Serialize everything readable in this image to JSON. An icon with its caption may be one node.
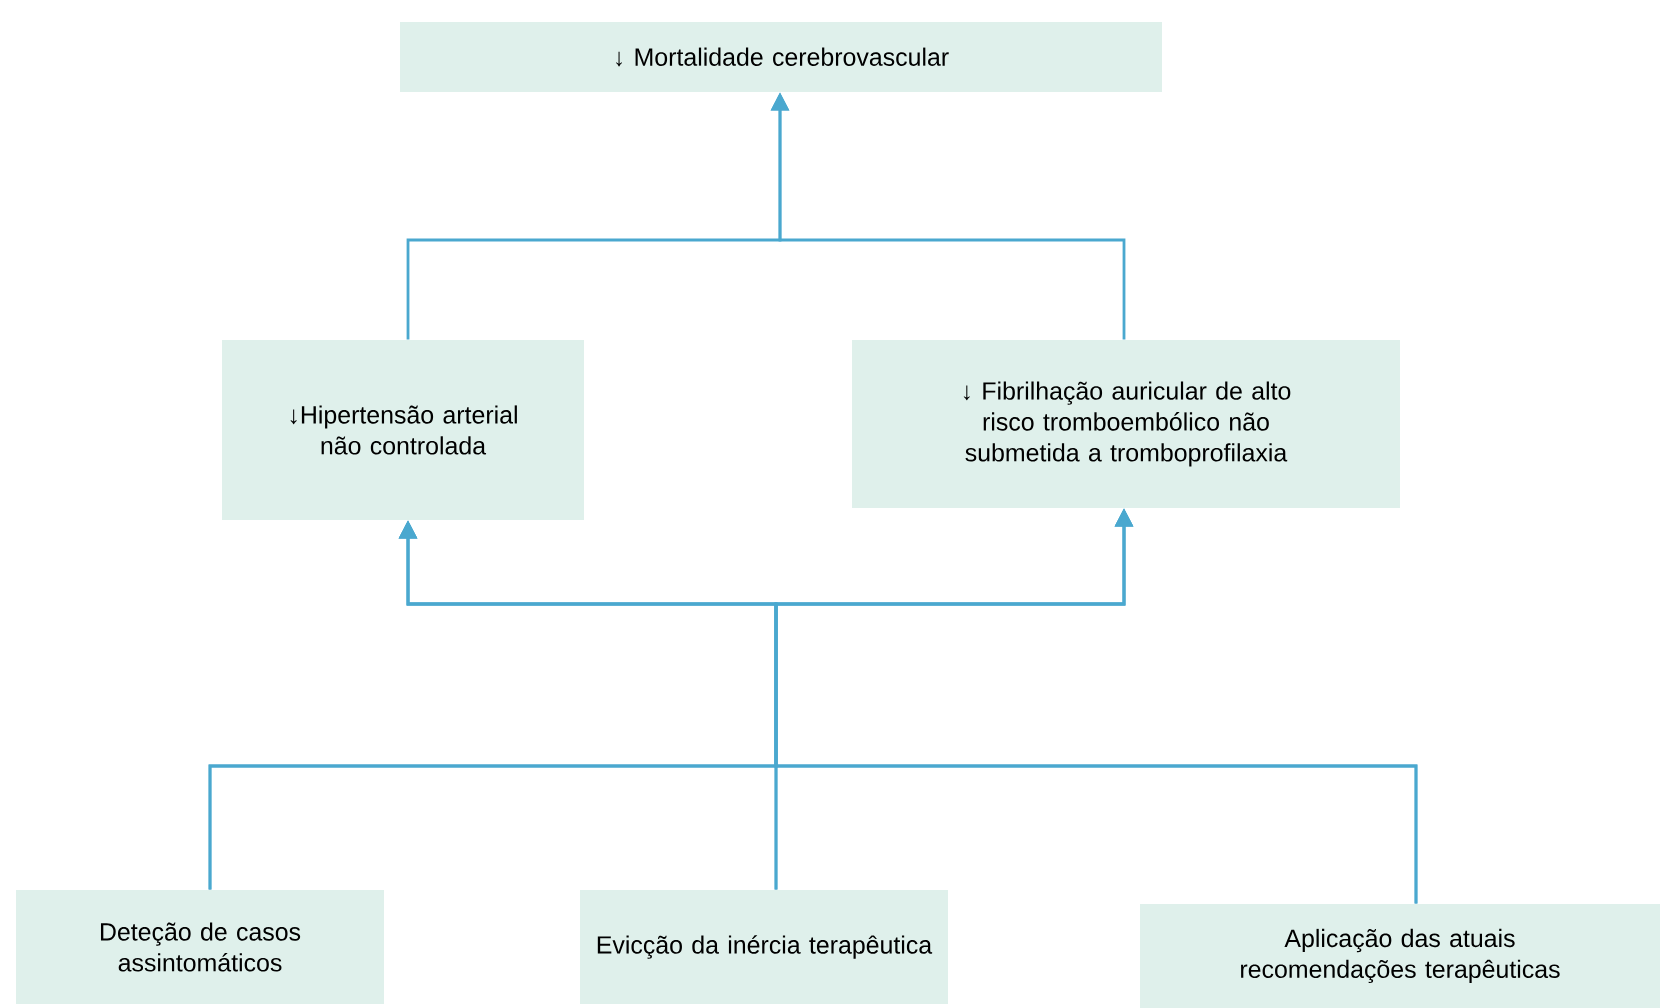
{
  "diagram": {
    "nodes": [
      {
        "text": [
          "↓ Mortalidade cerebrovascular"
        ]
      },
      {
        "text": [
          "↓Hipertensão arterial não controlada"
        ]
      },
      {
        "text": [
          "↓ Fibrilhação auricular de alto risco tromboembólico não submetida a tromboprofilaxia"
        ]
      },
      {
        "text": [
          "Deteção de casos assintomáticos"
        ]
      },
      {
        "text": [
          "Evicção da inércia terapêutica"
        ]
      },
      {
        "text": [
          "Aplicação das atuais recomendações terapêuticas"
        ]
      }
    ],
    "edges": [
      {
        "from": 1,
        "to": 0,
        "arrow": "to"
      },
      {
        "from": 2,
        "to": 0,
        "arrow": "to"
      },
      {
        "from": 3,
        "to": 1,
        "arrow": "to"
      },
      {
        "from": 3,
        "to": 2,
        "arrow": "to"
      },
      {
        "from": 4,
        "to": 1,
        "arrow": "to"
      },
      {
        "from": 4,
        "to": 2,
        "arrow": "to"
      },
      {
        "from": 5,
        "to": 1,
        "arrow": "to"
      },
      {
        "from": 5,
        "to": 2,
        "arrow": "to"
      }
    ]
  }
}
